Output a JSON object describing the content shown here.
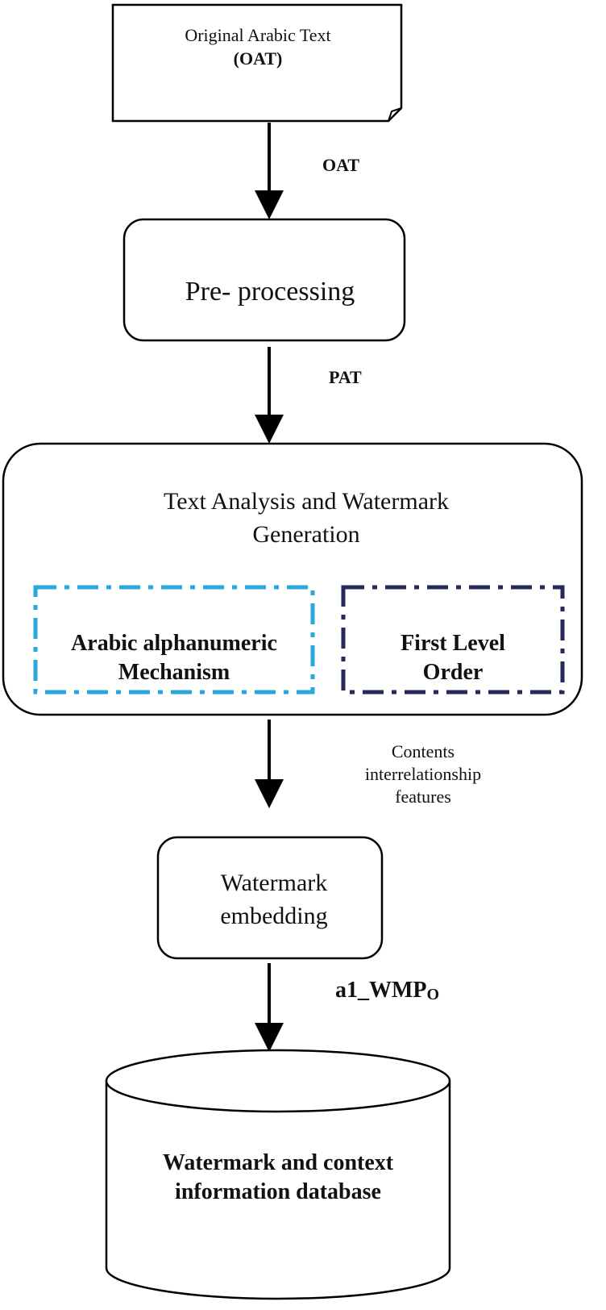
{
  "nodes": {
    "oat_document": {
      "line1": "Original Arabic Text",
      "line2": "(OAT)"
    },
    "preprocessing": {
      "label": "Pre- processing"
    },
    "text_analysis": {
      "line1": "Text Analysis and Watermark",
      "line2": "Generation",
      "mechanism": {
        "line1": "Arabic alphanumeric",
        "line2": "Mechanism"
      },
      "first_level_order": {
        "line1": "First Level",
        "line2": "Order"
      }
    },
    "watermark_embedding": {
      "line1": "Watermark",
      "line2": "embedding"
    },
    "database": {
      "line1": "Watermark and context",
      "line2": "information database"
    }
  },
  "edges": {
    "oat_to_pre": "OAT",
    "pre_to_analysis": "PAT",
    "analysis_to_embedding": {
      "line1": "Contents",
      "line2": "interrelationship",
      "line3": "features"
    },
    "embedding_to_db": {
      "main": "a1_WMP",
      "subscript": "O"
    }
  },
  "colors": {
    "mechanism_border": "#29a8dc",
    "first_level_border": "#252a5a"
  }
}
